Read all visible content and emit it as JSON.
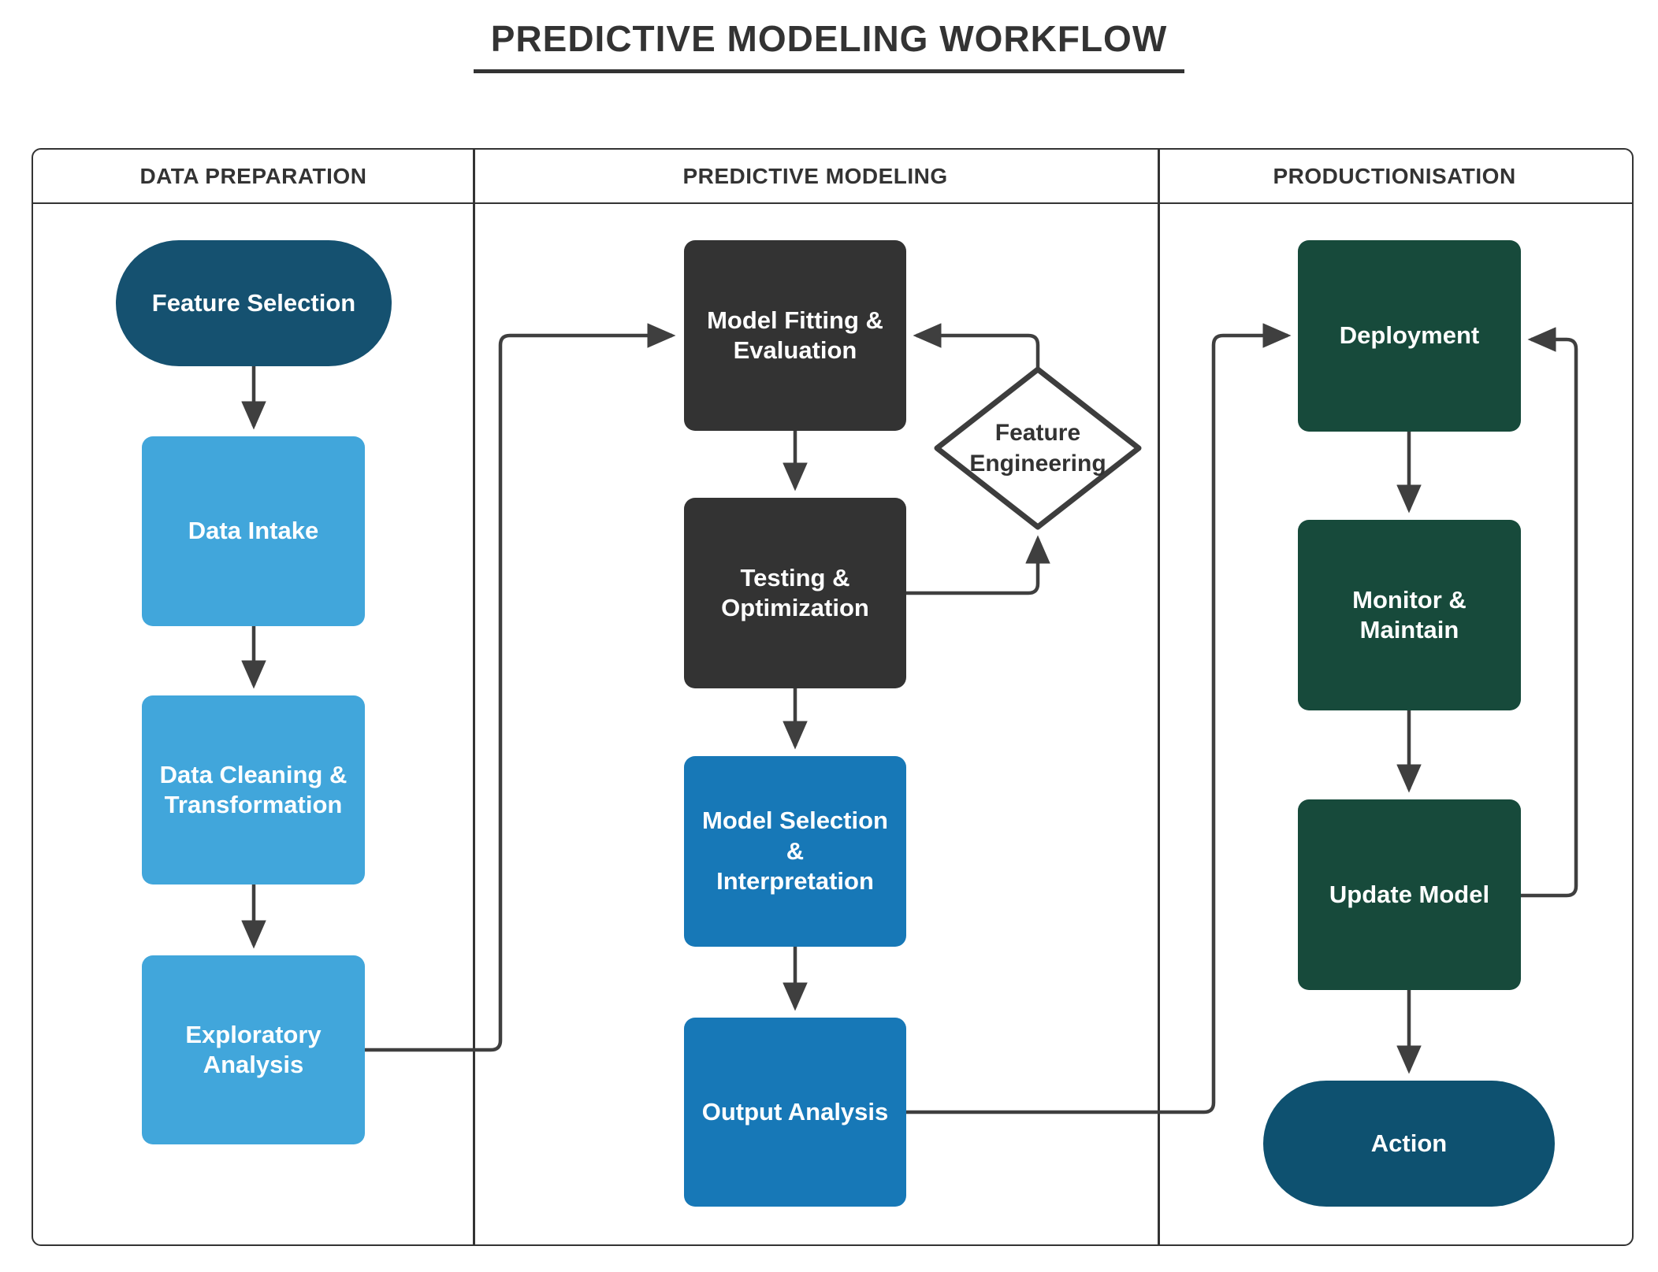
{
  "title": "PREDICTIVE MODELING WORKFLOW",
  "lanes": [
    {
      "id": "data-preparation",
      "label": "DATA PREPARATION"
    },
    {
      "id": "predictive-modeling",
      "label": "PREDICTIVE MODELING"
    },
    {
      "id": "productionisation",
      "label": "PRODUCTIONISATION"
    }
  ],
  "nodes": {
    "feature_selection": {
      "label": "Feature Selection",
      "type": "terminator",
      "lane": "data-preparation"
    },
    "data_intake": {
      "label": "Data Intake",
      "type": "process",
      "lane": "data-preparation"
    },
    "data_cleaning": {
      "label": "Data Cleaning &\nTransformation",
      "type": "process",
      "lane": "data-preparation"
    },
    "exploratory": {
      "label": "Exploratory\nAnalysis",
      "type": "process",
      "lane": "data-preparation"
    },
    "model_fitting": {
      "label": "Model Fitting &\nEvaluation",
      "type": "process",
      "lane": "predictive-modeling"
    },
    "testing": {
      "label": "Testing &\nOptimization",
      "type": "process",
      "lane": "predictive-modeling"
    },
    "feature_engineering": {
      "label": "Feature\nEngineering",
      "type": "decision",
      "lane": "predictive-modeling"
    },
    "model_selection": {
      "label": "Model Selection &\nInterpretation",
      "type": "process",
      "lane": "predictive-modeling"
    },
    "output_analysis": {
      "label": "Output Analysis",
      "type": "process",
      "lane": "predictive-modeling"
    },
    "deployment": {
      "label": "Deployment",
      "type": "process",
      "lane": "productionisation"
    },
    "monitor": {
      "label": "Monitor &\nMaintain",
      "type": "process",
      "lane": "productionisation"
    },
    "update_model": {
      "label": "Update Model",
      "type": "process",
      "lane": "productionisation"
    },
    "action": {
      "label": "Action",
      "type": "terminator",
      "lane": "productionisation"
    }
  },
  "edges": [
    {
      "from": "feature_selection",
      "to": "data_intake"
    },
    {
      "from": "data_intake",
      "to": "data_cleaning"
    },
    {
      "from": "data_cleaning",
      "to": "exploratory"
    },
    {
      "from": "exploratory",
      "to": "model_fitting"
    },
    {
      "from": "model_fitting",
      "to": "testing"
    },
    {
      "from": "testing",
      "to": "feature_engineering"
    },
    {
      "from": "feature_engineering",
      "to": "model_fitting"
    },
    {
      "from": "testing",
      "to": "model_selection"
    },
    {
      "from": "model_selection",
      "to": "output_analysis"
    },
    {
      "from": "output_analysis",
      "to": "deployment"
    },
    {
      "from": "deployment",
      "to": "monitor"
    },
    {
      "from": "monitor",
      "to": "update_model"
    },
    {
      "from": "update_model",
      "to": "deployment"
    },
    {
      "from": "update_model",
      "to": "action"
    }
  ],
  "colors": {
    "canvas": "#FFFFFF",
    "lane_border": "#333333",
    "terminator_blue_top": "#155170",
    "terminator_blue_bottom": "#0E5170",
    "light_blue": "#41A6DB",
    "medium_blue": "#1778B7",
    "dark_gray": "#333333",
    "dark_green": "#174A3B",
    "connector": "#3F3F3F",
    "text_light": "#FFFFFF",
    "text_dark": "#333333"
  }
}
